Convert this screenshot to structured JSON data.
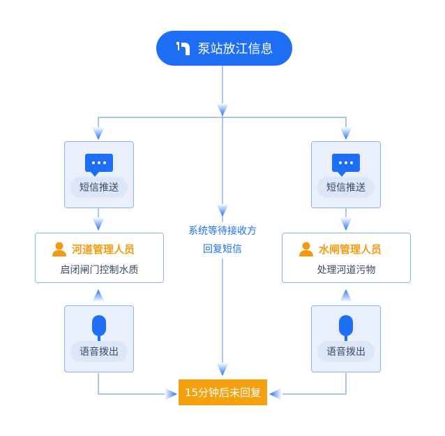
{
  "start": {
    "label": "泵站放江信息",
    "icon": "pump-station-icon"
  },
  "left": {
    "sms_label": "短信推送",
    "role_title": "河道管理人员",
    "role_desc": "启闭闸门控制水质",
    "voice_label": "语音拨出"
  },
  "right": {
    "sms_label": "短信推送",
    "role_title": "水闸管理人员",
    "role_desc": "处理河道污物",
    "voice_label": "语音拨出"
  },
  "center": {
    "wait_line1": "系统等待接收方",
    "wait_line2": "回复短信"
  },
  "end": {
    "label": "15分钟后未回复"
  },
  "colors": {
    "primary": "#1e6ff5",
    "accent": "#f5a00f",
    "line": "#8fb2ec"
  }
}
